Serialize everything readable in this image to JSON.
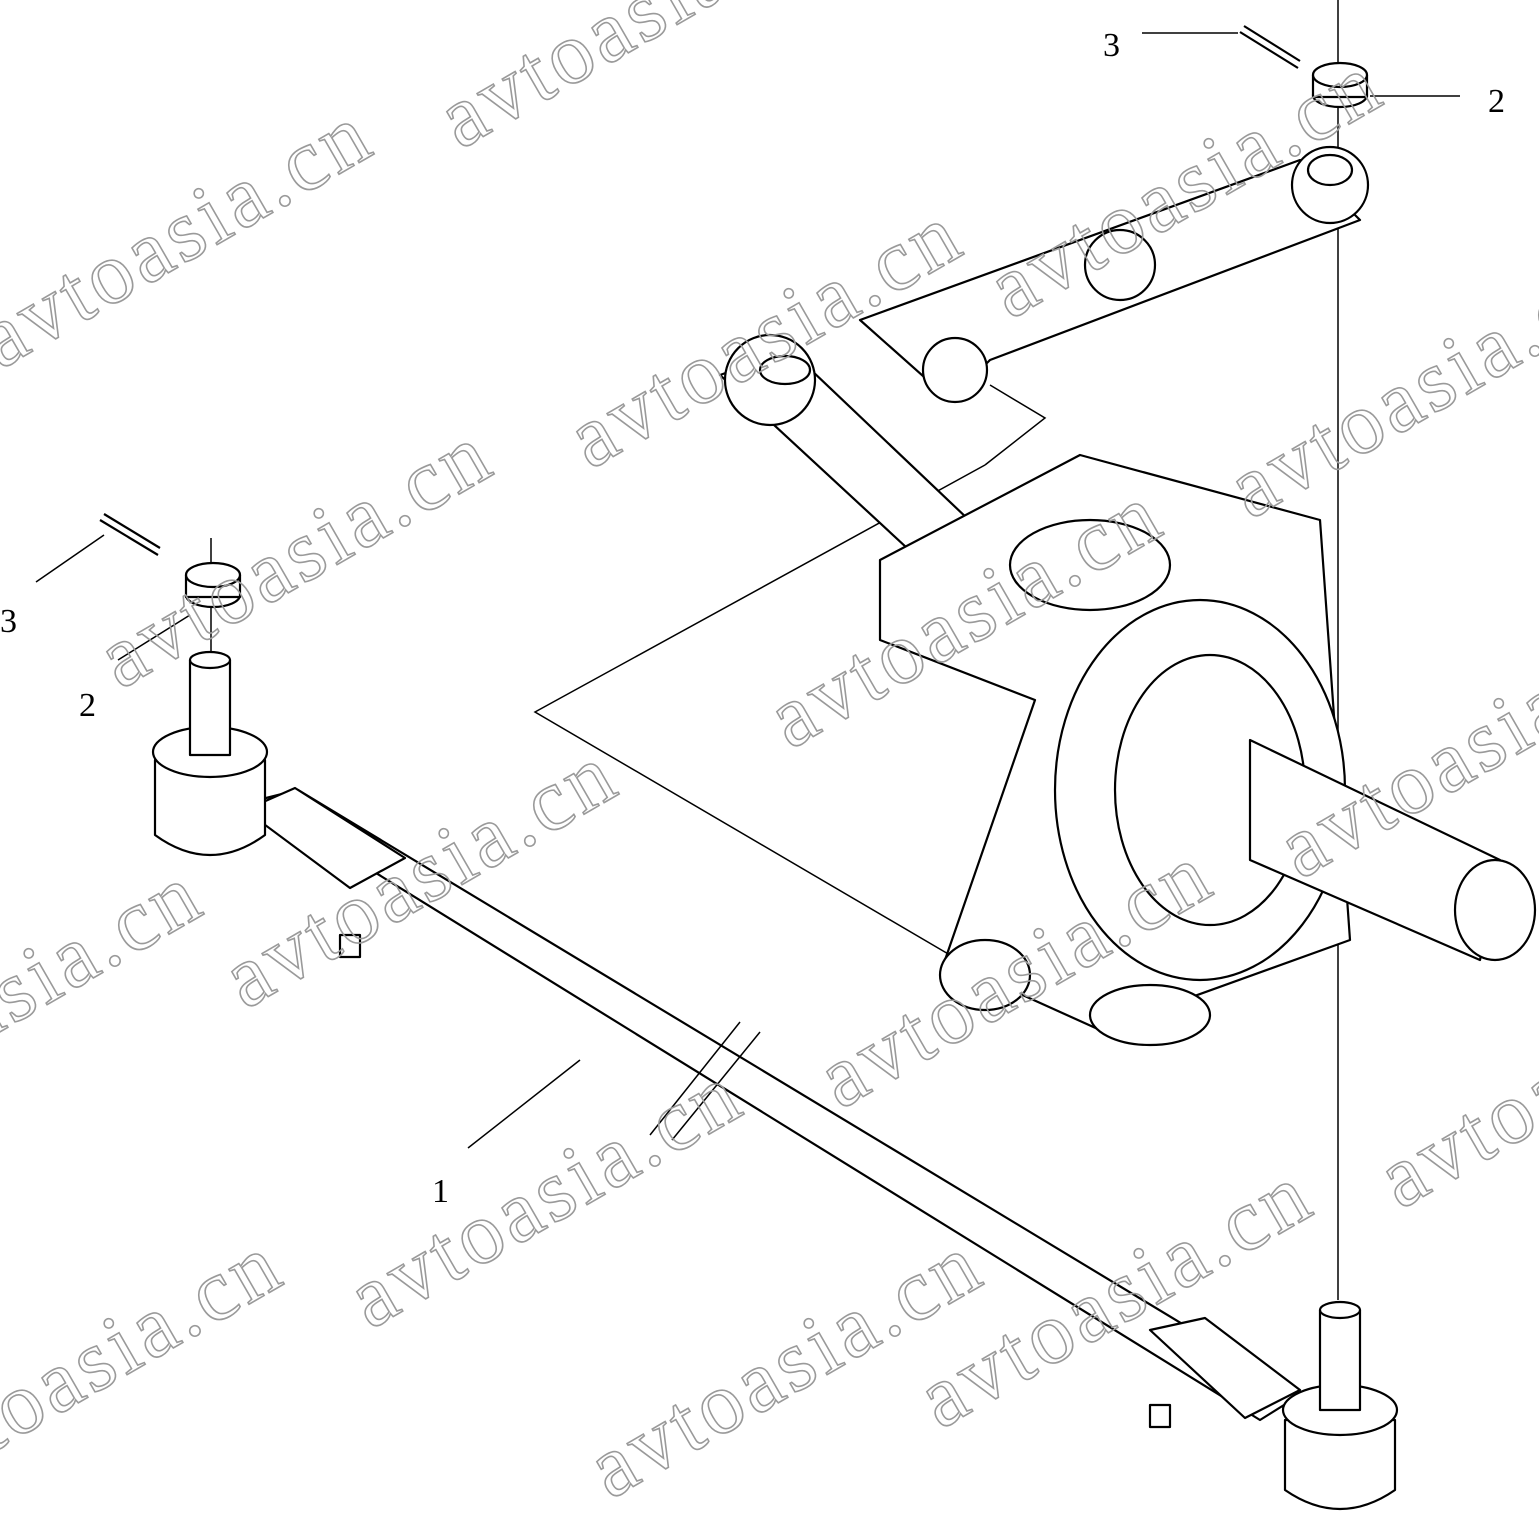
{
  "watermark": "avtoasia.cn",
  "callouts": [
    {
      "id": "tie-rod",
      "label": "1"
    },
    {
      "id": "castle-nut-right",
      "label": "2"
    },
    {
      "id": "cotter-pin-right",
      "label": "3"
    },
    {
      "id": "castle-nut-left",
      "label": "2"
    },
    {
      "id": "cotter-pin-left",
      "label": "3"
    }
  ]
}
